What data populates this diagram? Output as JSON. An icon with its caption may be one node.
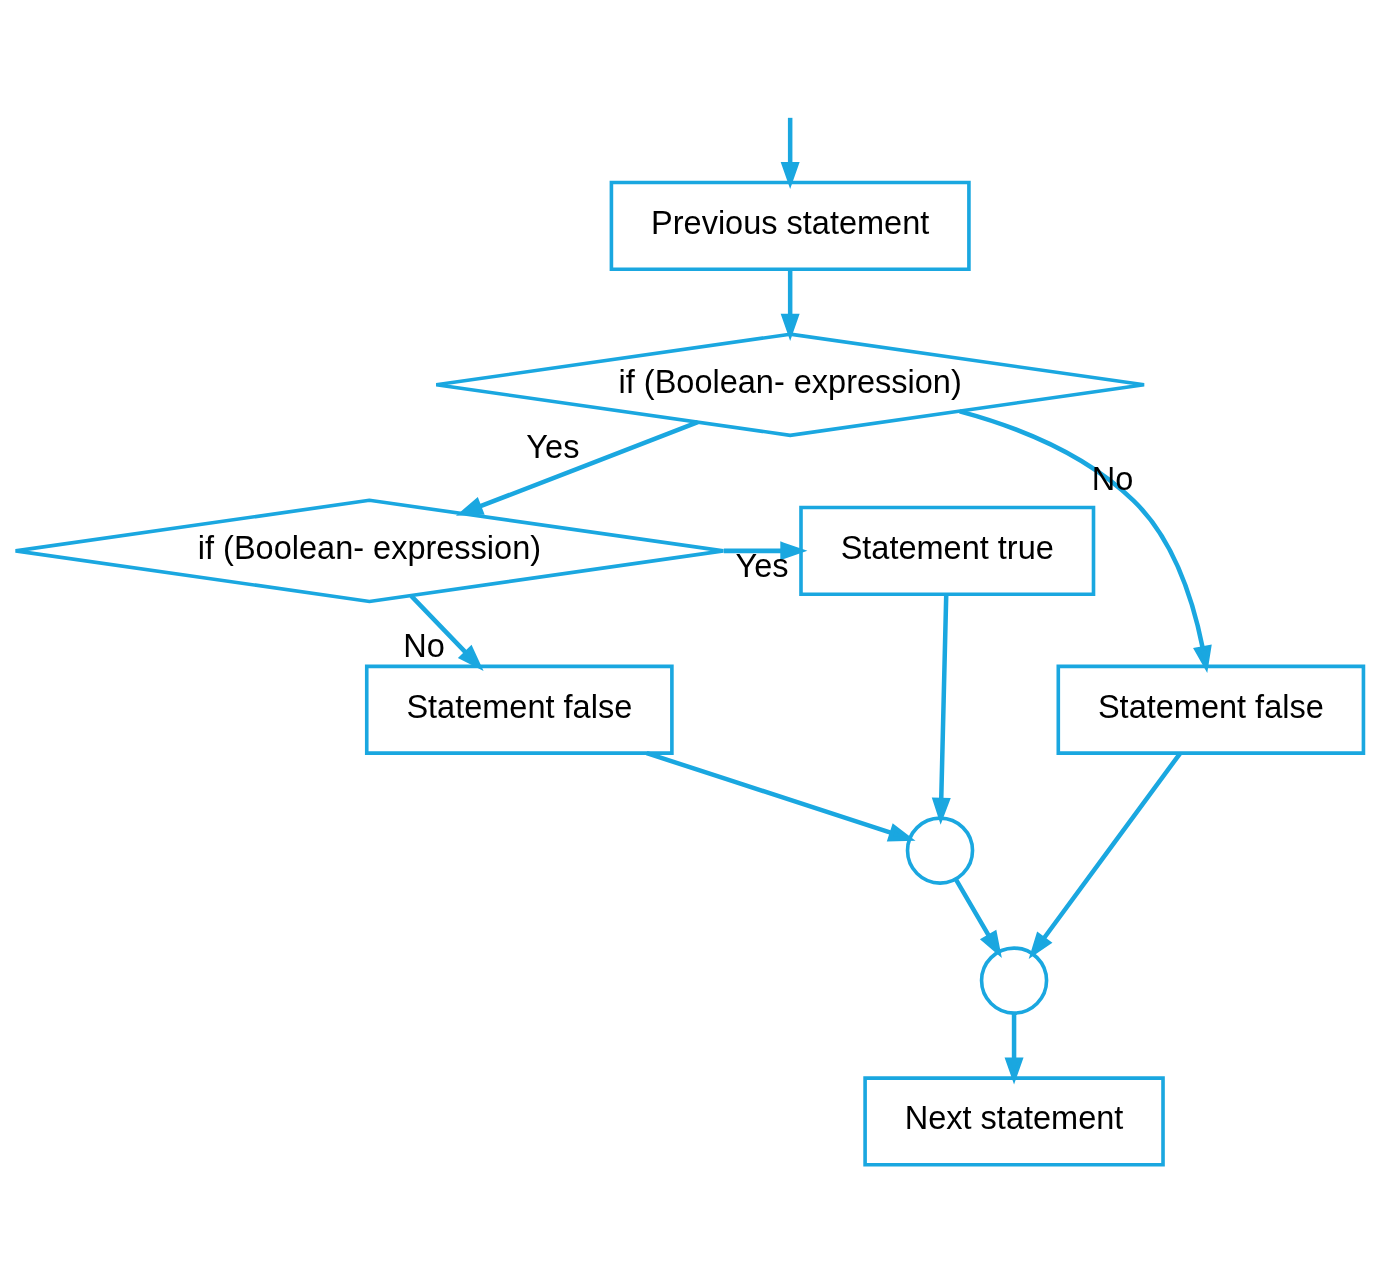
{
  "diagram": {
    "nodes": [
      {
        "text": [
          "Previous statement"
        ]
      },
      {
        "text": [
          "if (Boolean- expression)"
        ]
      },
      {
        "text": [
          "Statement false"
        ]
      },
      {
        "text": [
          "if (Boolean- expression)"
        ]
      },
      {
        "text": [
          "Statement true"
        ]
      },
      {
        "text": [
          "Statement false"
        ]
      },
      {
        "text": [],
        "shape": "circle"
      },
      {
        "text": [],
        "shape": "circle"
      },
      {
        "text": [
          "Next statement"
        ]
      }
    ],
    "edges": [
      {
        "from": null,
        "to": 0,
        "arrow": "to"
      },
      {
        "from": 0,
        "to": 1,
        "arrow": "to"
      },
      {
        "from": 1,
        "to": 3,
        "label": "Yes",
        "arrow": "to"
      },
      {
        "from": 1,
        "to": 2,
        "label": "No",
        "arrow": "to"
      },
      {
        "from": 3,
        "to": 4,
        "label": "Yes",
        "arrow": "to"
      },
      {
        "from": 3,
        "to": 5,
        "label": "No",
        "arrow": "to"
      },
      {
        "from": 4,
        "to": 6,
        "arrow": "to"
      },
      {
        "from": 5,
        "to": 6,
        "arrow": "to"
      },
      {
        "from": 6,
        "to": 7,
        "arrow": "to"
      },
      {
        "from": 2,
        "to": 7,
        "arrow": "to"
      },
      {
        "from": 7,
        "to": 8,
        "arrow": "to"
      }
    ]
  }
}
